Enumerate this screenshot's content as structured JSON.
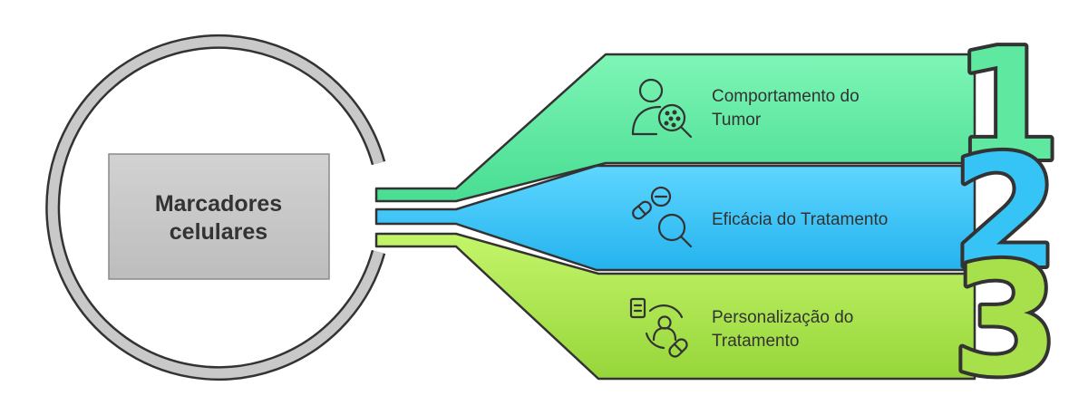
{
  "center": {
    "lines": [
      "Marcadores",
      "celulares"
    ]
  },
  "items": [
    {
      "number": "1",
      "label_lines": [
        "Comportamento do",
        "Tumor"
      ],
      "icon": "person-cells-magnifier-icon",
      "color": "#5ee8a0"
    },
    {
      "number": "2",
      "label_lines": [
        "Eficácia do Tratamento"
      ],
      "icon": "pills-magnifier-icon",
      "color": "#35c4f5"
    },
    {
      "number": "3",
      "label_lines": [
        "Personalização do",
        "Tratamento"
      ],
      "icon": "person-document-pill-icon",
      "color": "#a7e04a"
    }
  ],
  "colors": {
    "ring": "#c4c4c4",
    "box": "#c6c6c6",
    "outline": "#333333"
  }
}
